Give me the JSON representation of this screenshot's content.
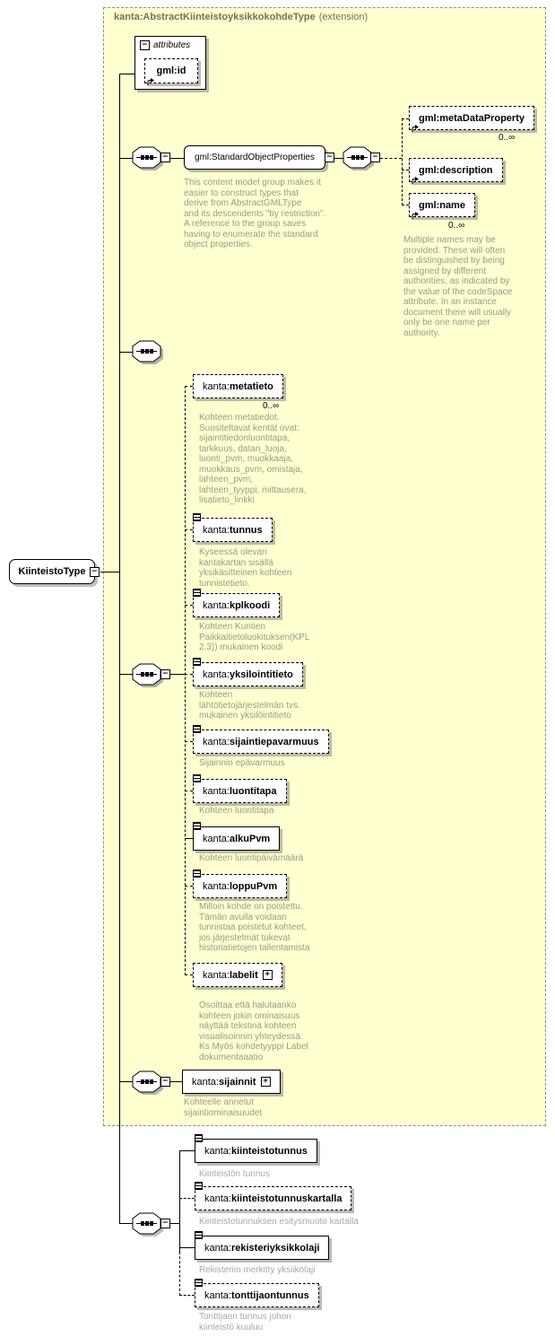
{
  "icons": {
    "collapse": "−",
    "expand": "+",
    "sequence": "sequence-compositor-octagon",
    "reference": "bent-arrow-ne",
    "type_content": "text-lines"
  },
  "diagram": {
    "title": {
      "bold": "kanta:AbstractKiinteistoyksikkokohdeType",
      "suffix": "(extension)"
    },
    "root": {
      "label": "KiinteistoType"
    },
    "attributes": {
      "header": "attributes",
      "gml_id": "gml:id"
    },
    "group": {
      "label": "gml:StandardObjectProperties",
      "annotation": "This content model group makes it\neasier to construct types that\n     derive from AbstractGMLType\nand its descendents \"by restriction\".\n     A reference to the group saves\nhaving to enumerate the standard\nobject properties."
    },
    "gml_children": [
      {
        "label": "gml:metaDataProperty",
        "cardinality": "0..∞"
      },
      {
        "label": "gml:description",
        "cardinality": ""
      },
      {
        "label": "gml:name",
        "cardinality": "0..∞",
        "annotation": "Multiple names may be\nprovided.  These will often\nbe distinguished by being\nassigned by different\nauthorities, as indicated by\nthe value of the codeSpace\nattribute.  In an instance\ndocument there will usually\nonly be one name per\nauthority."
      }
    ],
    "kanta_children": [
      {
        "prefix": "kanta:",
        "name": "metatieto",
        "cardinality": "0..∞",
        "annotation": "Kohteen metatiedot.\nSuositeltavat kentät ovat:\nsijaintitiedonluontitapa,\ntarkkuus, datan_luoja,\nluonti_pvm, muokkaaja,\nmuokkaus_pvm, omistaja,\nlahteen_pvm,\nlahteen_tyyppi, mittausera,\nlisatieto_linkki"
      },
      {
        "prefix": "kanta:",
        "name": "tunnus",
        "annotation": "Kyseessä olevan\nkantakartan sisällä\nyksikäsitteinen kohteen\ntunnistetieto."
      },
      {
        "prefix": "kanta:",
        "name": "kplkoodi",
        "annotation": "Kohteen Kuntien\nPaikkaitietoluokituksen(KPL\n2.3)) mukainen koodi"
      },
      {
        "prefix": "kanta:",
        "name": "yksilointitieto",
        "annotation": "Kohteen\nlähtötietojärjestelmän  tvs.\nmukainen yksilöintitieto"
      },
      {
        "prefix": "kanta:",
        "name": "sijaintiepavarmuus",
        "annotation": "Sijainnin epävarmuus"
      },
      {
        "prefix": "kanta:",
        "name": "luontitapa",
        "annotation": "Kohteen luontitapa"
      },
      {
        "prefix": "kanta:",
        "name": "alkuPvm",
        "annotation": "Kohteen luontipäivämäärä"
      },
      {
        "prefix": "kanta:",
        "name": "loppuPvm",
        "annotation": "Milloin kohde on poistettu.\nTämän avulla voidaan\ntunnistaa poistetut kohteet,\njos järjestelmät tukevat\nhistoriatietojen tallentamista"
      },
      {
        "prefix": "kanta:",
        "name": "labelit",
        "annotation": "Osoittaa että halutaanko\nkohteen jokin ominaisuus\nnäyttää tekstinä kohteen\nvisualisoinnin yhteydessä.\n Ks Myös kohdetyyppi Label\ndokumentaaatio"
      }
    ],
    "sijainnit": {
      "prefix": "kanta:",
      "name": "sijainnit",
      "annotation": "Kohteelle annetut\nsijaintiominaisuudet"
    },
    "bottom_children": [
      {
        "prefix": "kanta:",
        "name": "kiinteistotunnus",
        "annotation": "Kiinteistön tunnus"
      },
      {
        "prefix": "kanta:",
        "name": "kiinteistotunnuskartalla",
        "annotation": "Kiinteistotunnuksen esitysmuoto kartalla"
      },
      {
        "prefix": "kanta:",
        "name": "rekisteriyksikkolaji",
        "annotation": "Rekisteriin merkitty yksiikölaji"
      },
      {
        "prefix": "kanta:",
        "name": "tonttijaontunnus",
        "annotation": "Tonttijaon tunnus johon\nkiinteistö kuuluu"
      }
    ]
  }
}
